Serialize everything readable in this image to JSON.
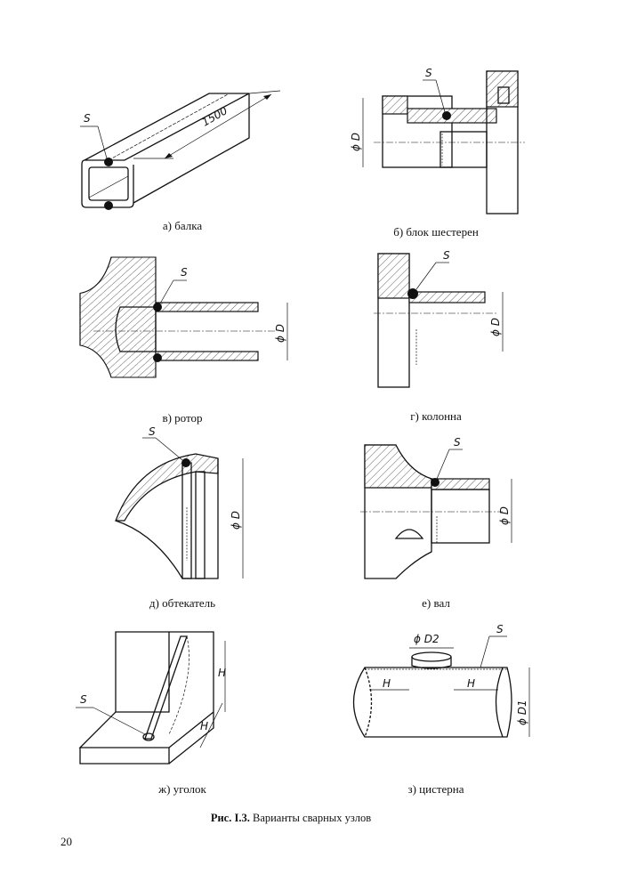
{
  "figures": [
    {
      "caption": "а) балка",
      "labels": [
        "S",
        "1500"
      ]
    },
    {
      "caption": "б) блок шестерен",
      "labels": [
        "S",
        "ϕ D"
      ]
    },
    {
      "caption": "в) ротор",
      "labels": [
        "S",
        "ϕ D"
      ]
    },
    {
      "caption": "г) колонна",
      "labels": [
        "S",
        "ϕ D"
      ]
    },
    {
      "caption": "д) обтекатель",
      "labels": [
        "S",
        "ϕ D"
      ]
    },
    {
      "caption": "е) вал",
      "labels": [
        "S",
        "ϕ D"
      ]
    },
    {
      "caption": "ж) уголок",
      "labels": [
        "S",
        "H",
        "H"
      ]
    },
    {
      "caption": "з) цистерна",
      "labels": [
        "ϕ D2",
        "S",
        "H",
        "H",
        "ϕ D1"
      ]
    }
  ],
  "figure_title": {
    "number": "Рис. I.3.",
    "text": " Варианты сварных узлов"
  },
  "page_number": "20"
}
